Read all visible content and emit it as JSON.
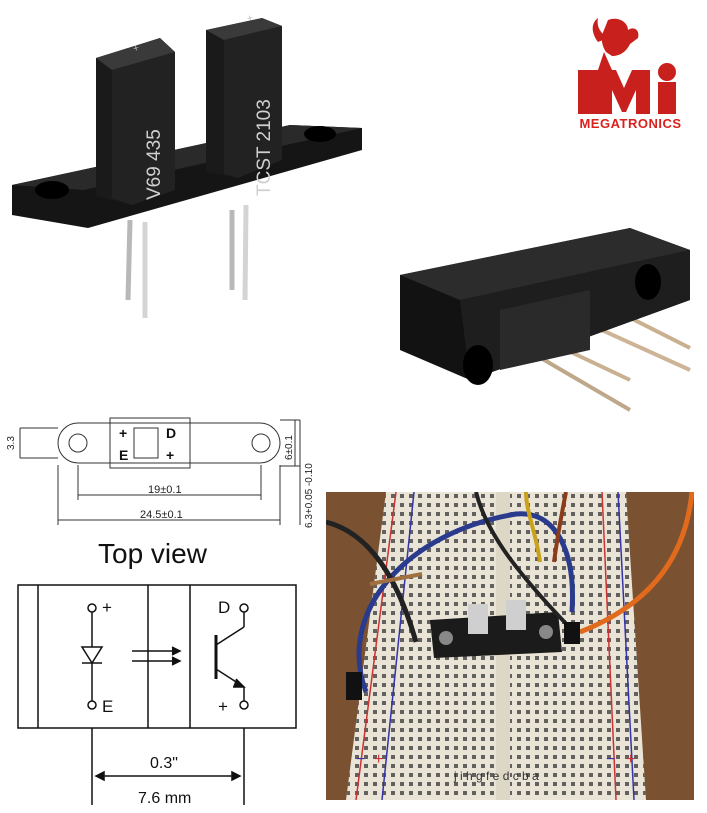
{
  "brand": {
    "name": "MEGATRONICS",
    "logo_letters": "Mi",
    "logo_icon": "bull-head-icon",
    "color_primary": "#c8201c",
    "color_text": "#d9211d"
  },
  "sensor_photo_1": {
    "left_tower_marking": "V69 435",
    "right_tower_marking": "TCST 2103",
    "tower_symbol_plus": "+",
    "tower_symbol_minus": "−"
  },
  "dimension_drawing": {
    "dim_height_left": "3.3",
    "dim_height_right": "6±0.1",
    "dim_depth": "6.3+0.05 -0.10",
    "dim_inner_width": "19±0.1",
    "dim_outer_width": "24.5±0.1",
    "pin_labels": {
      "top_left": "+",
      "top_right": "D",
      "bottom_left": "E",
      "bottom_right": "+"
    }
  },
  "schematic": {
    "title": "Top view",
    "emitter_plus": "+",
    "emitter_e": "E",
    "detector_d": "D",
    "detector_plus": "+",
    "spacing_inch": "0.3\"",
    "spacing_mm": "7.6 mm"
  },
  "breadboard_photo": {
    "bottom_letters": "j i h g f   e d c b a",
    "minus": "−",
    "plus": "+",
    "wire_colors": [
      "#2a3a8c",
      "#e26a1c",
      "#222222",
      "#c9a11a",
      "#8b3b1a"
    ]
  }
}
